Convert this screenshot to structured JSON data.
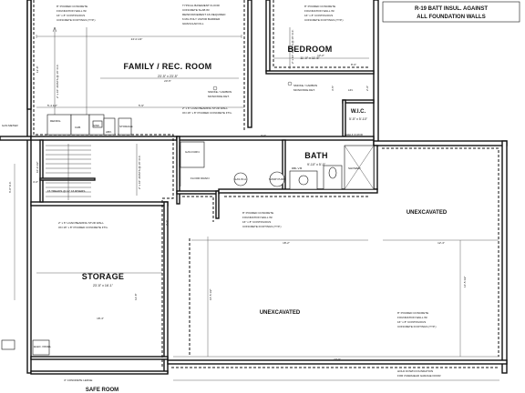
{
  "rooms": {
    "family": {
      "name": "FAMILY / REC. ROOM",
      "size": "23'-5\" x 23'-5\""
    },
    "bedroom": {
      "name": "BEDROOM",
      "size": "11'-0\" x 11'-5\""
    },
    "wic": {
      "name": "W.I.C.",
      "size": "5'-5\" x 5'-10\""
    },
    "bath": {
      "name": "BATH",
      "size": "9'-10\" x 5'-0\""
    },
    "storage": {
      "name": "STORAGE",
      "size": "23'-5\" x 16'-1\""
    },
    "unexcavated_right": {
      "name": "UNEXCAVATED"
    },
    "unexcavated_center": {
      "name": "UNEXCAVATED"
    },
    "safe_room": {
      "name": "SAFE ROOM"
    }
  },
  "insulation_note": [
    "R-19 BATT INSUL. AGAINST",
    "ALL FOUNDATION WALLS"
  ],
  "notes": {
    "foundation_top_left": [
      "8\" POURED CONCRETE",
      "FOUNDATION WALL W/",
      "16\" x 8\" CONTINUOUS",
      "CONCRETE FOOTINGS (TYP.)"
    ],
    "slab": [
      "TYPICAL BASEMENT FLOOR",
      "CONCRETE SLAB W/",
      "REINFORCEMENT AS REQUIRED",
      "6 MIL POLY VAPOR BARRIER",
      "GRANULAR FILL"
    ],
    "foundation_top_right": [
      "8\" POURED CONCRETE",
      "FOUNDATION WALL W/",
      "16\" x 8\" CONTINUOUS",
      "CONCRETE FOOTINGS (TYP.)"
    ],
    "smoke_family": [
      "SMOKE / CARBON",
      "MONOXIDE DET."
    ],
    "smoke_bedroom": [
      "SMOKE / CARBON",
      "MONOXIDE DET."
    ],
    "bearing_wall": [
      "2\" x 6\" LOAD BEARING STUD WALL",
      "ON 16\" x 8\" POURED CONCRETE FTG."
    ],
    "bearing_wall_left": [
      "2\" x 6\" LOAD BEARING STUD WALL",
      "ON 16\" x 8\" POURED CONCRETE FTG."
    ],
    "foundation_mid": [
      "8\" POURED CONCRETE",
      "FOUNDATION WALL W/",
      "16\" x 8\" CONTINUOUS",
      "CONCRETE FOOTINGS (TYP.)"
    ],
    "foundation_lower_right": [
      "8\" POURED CONCRETE",
      "FOUNDATION WALL W/",
      "16\" x 8\" CONTINUOUS",
      "CONCRETE FOOTINGS (TYP.)"
    ],
    "hold_down": [
      "HOLD DOWN FOUNDATION",
      "FOR OVERHEAD GARAGE DOOR"
    ],
    "concrete_ledge": "4\" CONCRETE LEDGE",
    "stairs": "15 TREADS @ 11\" 16 RISERS"
  },
  "labels": {
    "gas_meter": "GAS METER",
    "refrig": "REFRIG.",
    "cab": "CAB.",
    "sink": "SINK",
    "storage_small": "STORAGE",
    "abv": "ABV.",
    "shelf_rod": "SHELF & ROD",
    "gas_furn": "GAS FURN.",
    "floor_drain": "FLOOR DRAIN",
    "gas_wh": "GAS W.H.",
    "sump_pump": "SUMP PUMP",
    "dbl_vanity": "DBL V.B.",
    "shower": "SHOWER",
    "elec_panel": "ELEC. PANEL",
    "lin": "LIN.",
    "joists_family": "2\" x 10\" JOISTS @ 16\" O.C.",
    "joists_bedroom": "2\" x 10\" JOISTS @ 16\" O.C.",
    "joists_mid": "2\" x 10\" JOISTS @ 16\" O.C.",
    "opening_vert": "6'-0\" O.C."
  },
  "dims": {
    "top_a": "24'-0 1/2\"",
    "top_b": "23'-5\"",
    "top_c": "13'-2\"",
    "top_d": "8'-0\"",
    "left_a": "12'-8\"",
    "left_b": "10'-0 1/2\"",
    "mid_a": "5'-4 1/2\"",
    "mid_b": "4'-0\"",
    "mid_c": "3'-0\"",
    "mid_d": "5'-9\"",
    "mid_e": "2'-3\"",
    "unex_a": "18'-2\"",
    "unex_b": "12'-4\"",
    "unex_c": "14'-5 1/2\"",
    "bot_a": "18'-4\"",
    "bot_b": "23'-9\"",
    "bot_c": "16'-5 1/2\"",
    "bot_d": "12'-8\"",
    "wic_a": "3'-5\"",
    "wic_b": "2'-9\""
  }
}
